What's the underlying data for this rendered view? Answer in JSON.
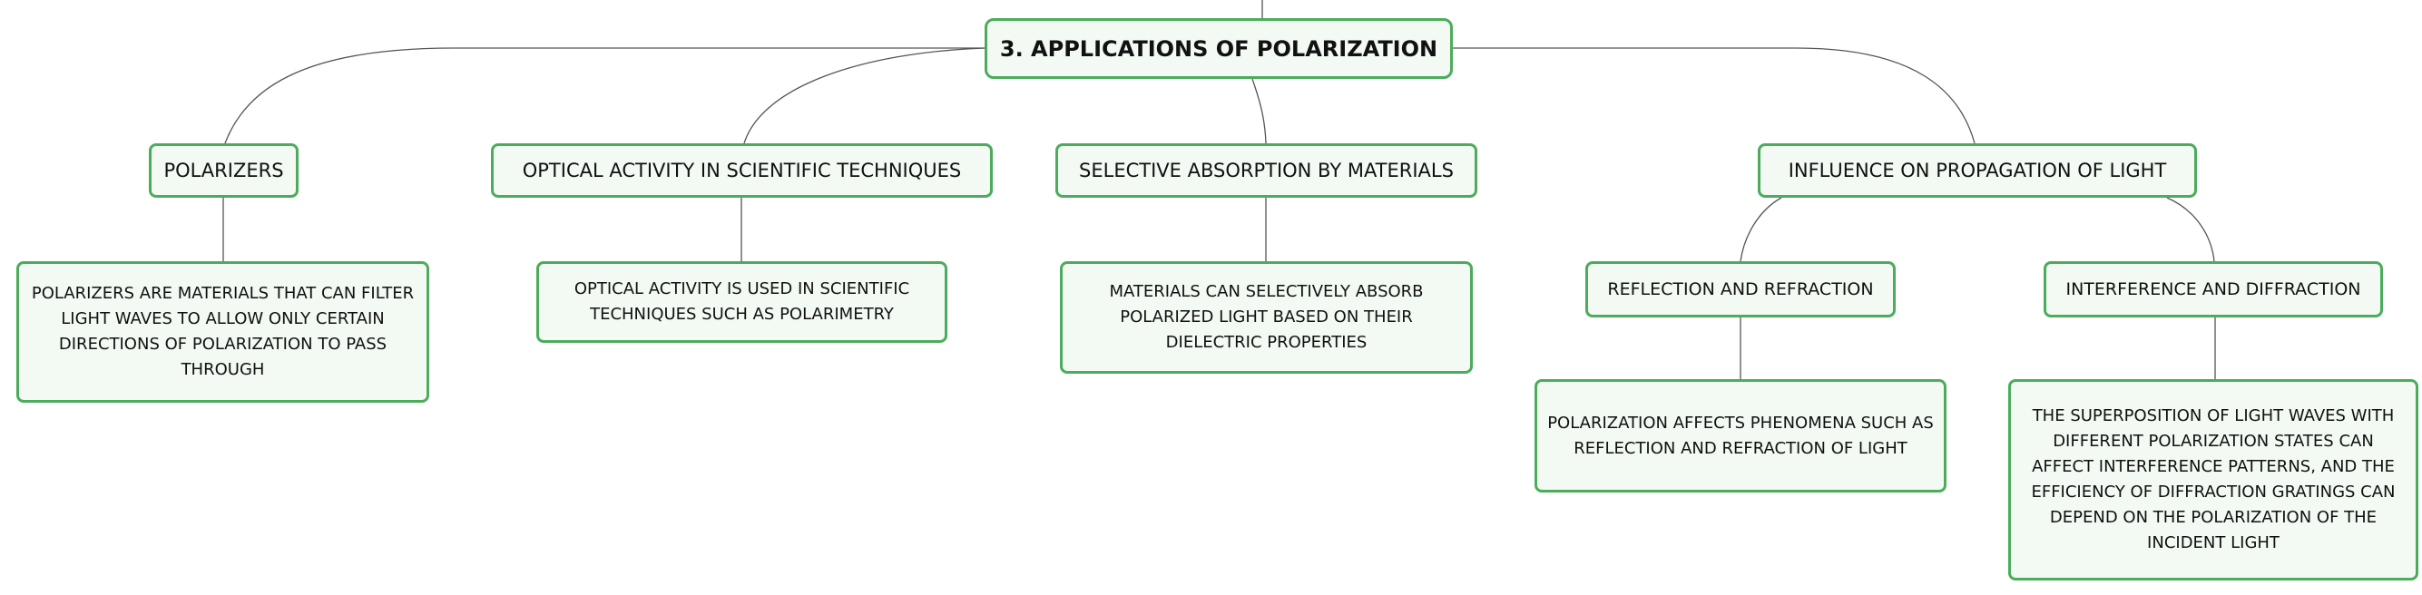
{
  "colors": {
    "node_border": "#4cac5c",
    "node_fill": "#f2faf3",
    "edge": "#555555",
    "text": "#111111"
  },
  "diagram": {
    "root": {
      "label": "3. APPLICATIONS OF POLARIZATION"
    },
    "branches": [
      {
        "label": "POLARIZERS",
        "detail": "POLARIZERS ARE MATERIALS THAT CAN FILTER LIGHT WAVES TO ALLOW ONLY CERTAIN DIRECTIONS OF POLARIZATION TO PASS THROUGH"
      },
      {
        "label": "OPTICAL ACTIVITY IN SCIENTIFIC TECHNIQUES",
        "detail": "OPTICAL ACTIVITY IS USED IN SCIENTIFIC TECHNIQUES SUCH AS POLARIMETRY"
      },
      {
        "label": "SELECTIVE ABSORPTION BY MATERIALS",
        "detail": "MATERIALS CAN SELECTIVELY ABSORB POLARIZED LIGHT BASED ON THEIR DIELECTRIC PROPERTIES"
      },
      {
        "label": "INFLUENCE ON PROPAGATION OF LIGHT",
        "children": [
          {
            "label": "REFLECTION AND REFRACTION",
            "detail": "POLARIZATION AFFECTS PHENOMENA SUCH AS REFLECTION AND REFRACTION OF LIGHT"
          },
          {
            "label": "INTERFERENCE AND DIFFRACTION",
            "detail": "THE SUPERPOSITION OF LIGHT WAVES WITH DIFFERENT POLARIZATION STATES CAN AFFECT INTERFERENCE PATTERNS, AND THE EFFICIENCY OF DIFFRACTION GRATINGS CAN DEPEND ON THE POLARIZATION OF THE INCIDENT LIGHT"
          }
        ]
      }
    ]
  }
}
